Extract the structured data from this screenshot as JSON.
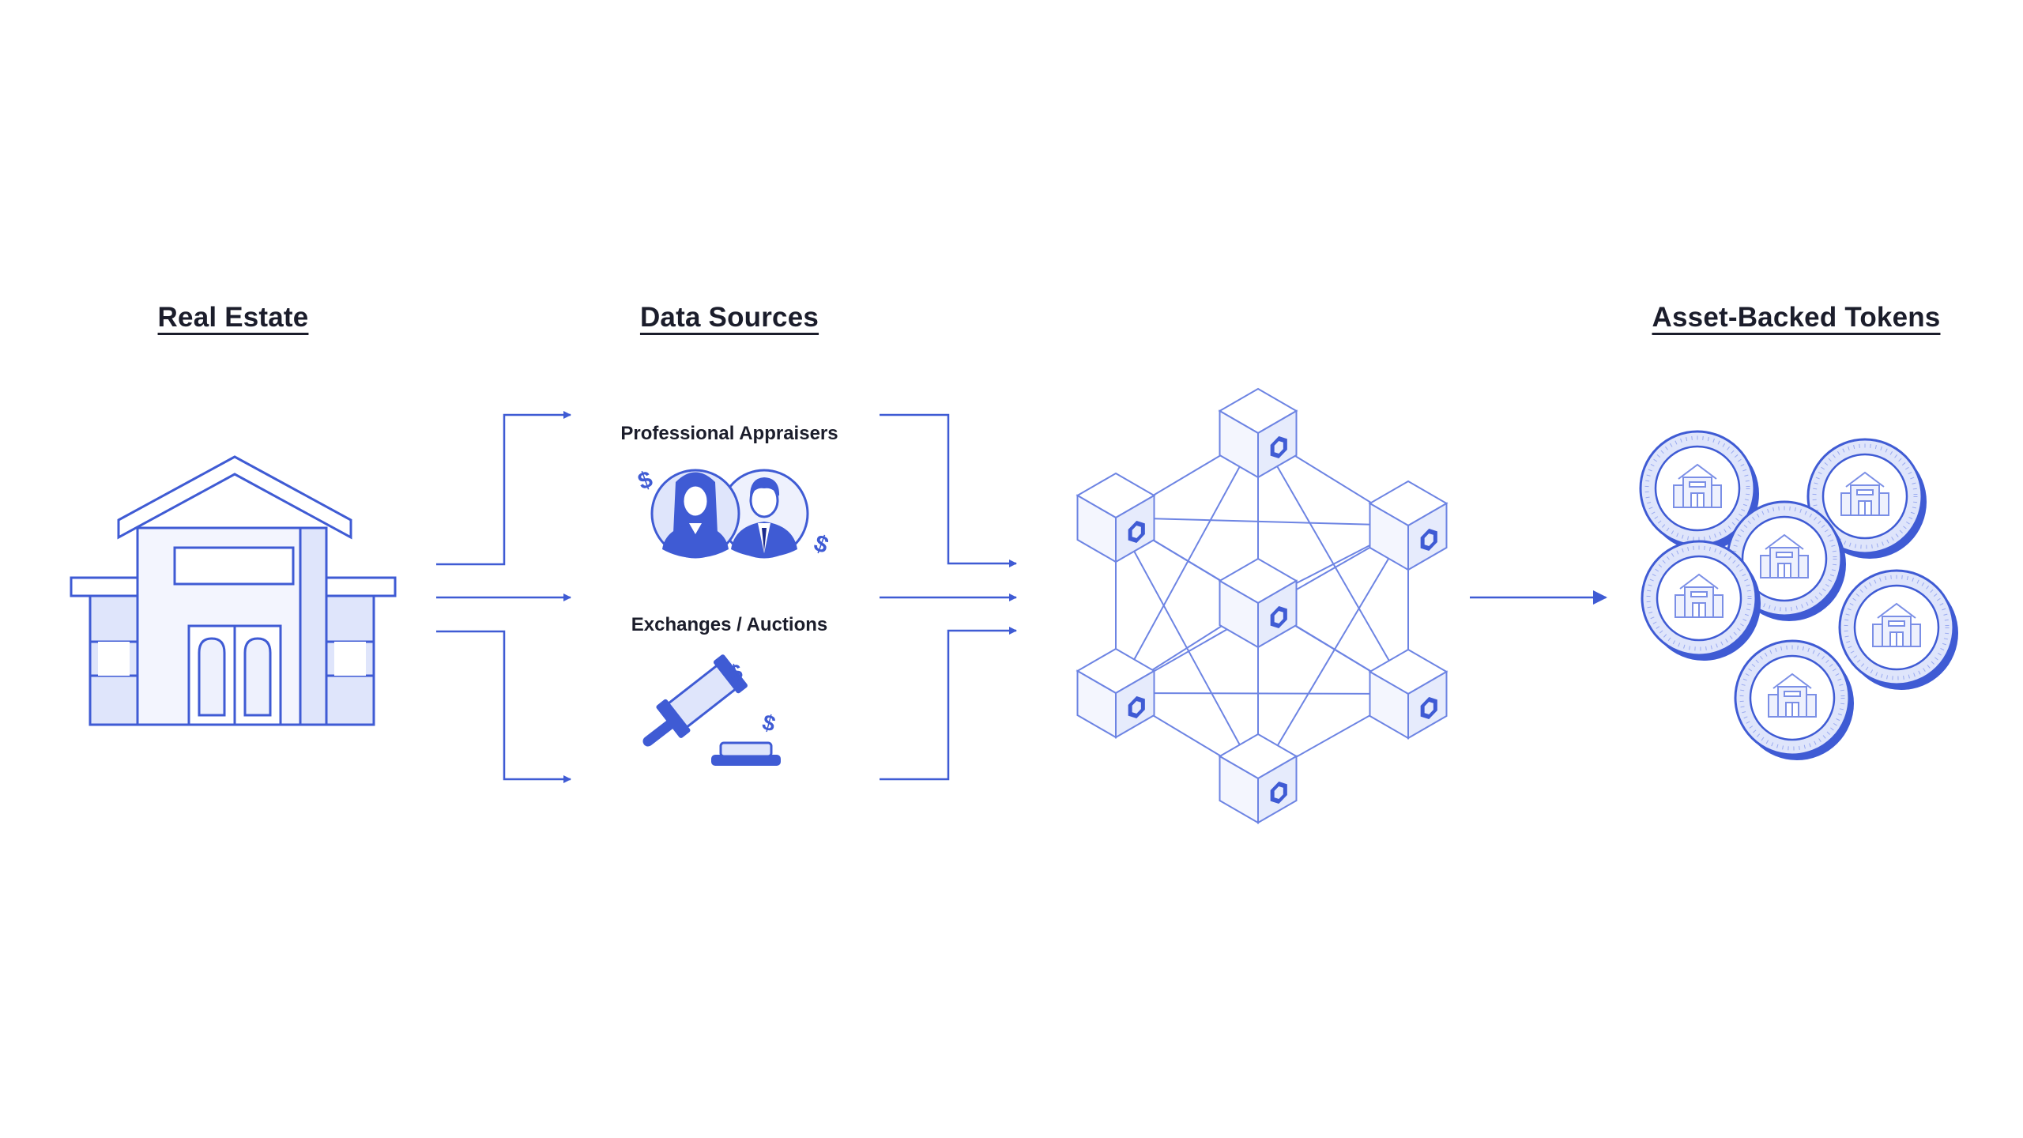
{
  "headings": {
    "real_estate": "Real Estate",
    "data_sources": "Data Sources",
    "tokens": "Asset-Backed Tokens"
  },
  "sources": {
    "appraisers": "Professional Appraisers",
    "exchanges": "Exchanges / Auctions"
  },
  "glyphs": {
    "dollar": "$"
  },
  "colors": {
    "accent": "#3f5bd4",
    "accent_light": "#dfe5fb",
    "accent_pale": "#eef1fd",
    "line": "#6d84e3",
    "text": "#1b1d2b"
  },
  "icons": {
    "building": "building-icon",
    "people": "appraisers-icon",
    "gavel": "gavel-icon",
    "network": "oracle-network-icon",
    "coins": "token-coin-icon"
  }
}
